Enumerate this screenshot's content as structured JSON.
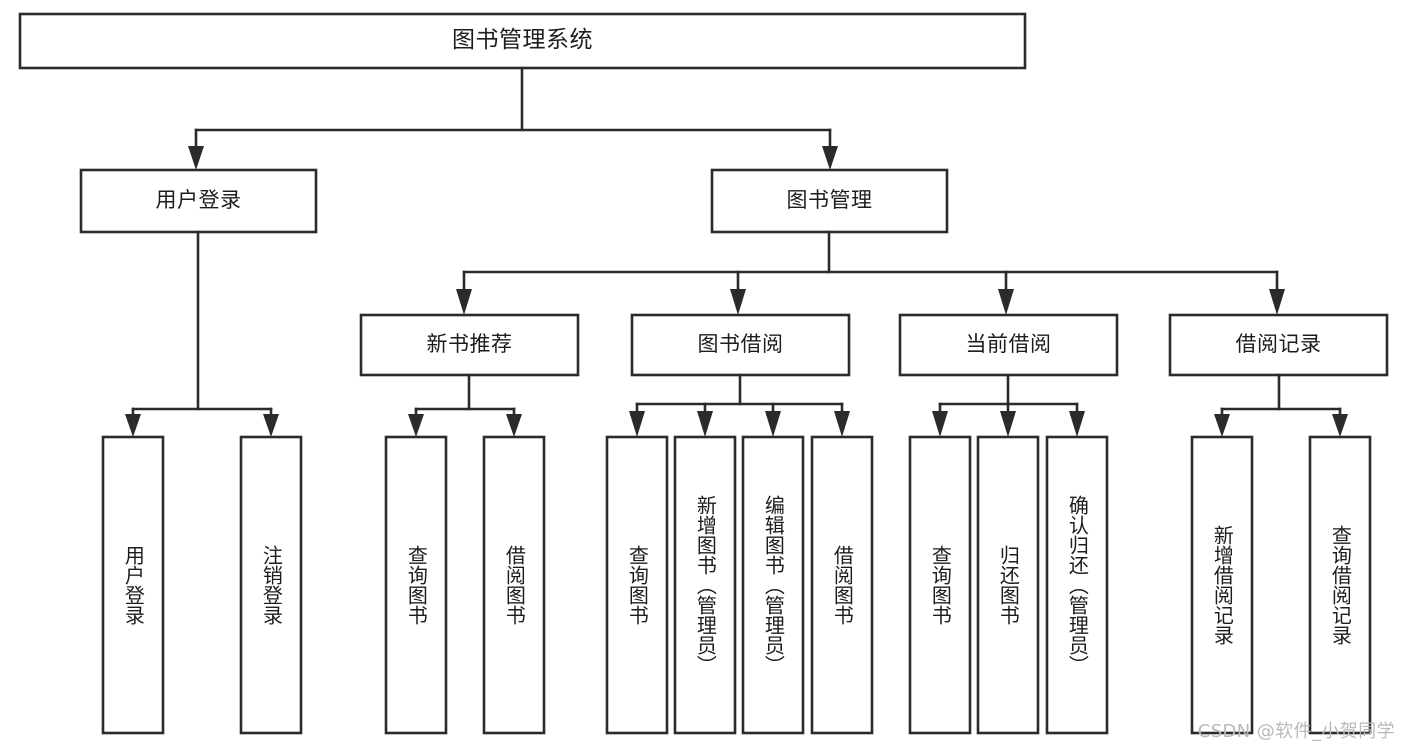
{
  "diagram": {
    "title": "图书管理系统",
    "type": "hierarchy-tree",
    "root": {
      "id": "root",
      "label": "图书管理系统",
      "orientation": "horizontal"
    },
    "level2": [
      {
        "id": "user-login",
        "label": "用户登录",
        "orientation": "horizontal"
      },
      {
        "id": "book-manage",
        "label": "图书管理",
        "orientation": "horizontal"
      }
    ],
    "level3": [
      {
        "id": "new-book-recommend",
        "label": "新书推荐",
        "orientation": "horizontal",
        "parent": "book-manage"
      },
      {
        "id": "book-borrow",
        "label": "图书借阅",
        "orientation": "horizontal",
        "parent": "book-manage"
      },
      {
        "id": "current-borrow",
        "label": "当前借阅",
        "orientation": "horizontal",
        "parent": "book-manage"
      },
      {
        "id": "borrow-record",
        "label": "借阅记录",
        "orientation": "horizontal",
        "parent": "book-manage"
      }
    ],
    "leaves": [
      {
        "id": "leaf-user-login",
        "label": "用户登录",
        "orientation": "vertical",
        "parent": "user-login"
      },
      {
        "id": "leaf-logout-login",
        "label": "注销登录",
        "orientation": "vertical",
        "parent": "user-login"
      },
      {
        "id": "leaf-query-book-1",
        "label": "查询图书",
        "orientation": "vertical",
        "parent": "new-book-recommend"
      },
      {
        "id": "leaf-borrow-book-1",
        "label": "借阅图书",
        "orientation": "vertical",
        "parent": "new-book-recommend"
      },
      {
        "id": "leaf-query-book-2",
        "label": "查询图书",
        "orientation": "vertical",
        "parent": "book-borrow"
      },
      {
        "id": "leaf-add-book",
        "label": "新增图书（管理员）",
        "orientation": "vertical",
        "parent": "book-borrow"
      },
      {
        "id": "leaf-edit-book",
        "label": "编辑图书（管理员）",
        "orientation": "vertical",
        "parent": "book-borrow"
      },
      {
        "id": "leaf-borrow-book-2",
        "label": "借阅图书",
        "orientation": "vertical",
        "parent": "book-borrow"
      },
      {
        "id": "leaf-query-book-3",
        "label": "查询图书",
        "orientation": "vertical",
        "parent": "current-borrow"
      },
      {
        "id": "leaf-return-book",
        "label": "归还图书",
        "orientation": "vertical",
        "parent": "current-borrow"
      },
      {
        "id": "leaf-confirm-return",
        "label": "确认归还（管理员）",
        "orientation": "vertical",
        "parent": "current-borrow"
      },
      {
        "id": "leaf-add-record",
        "label": "新增借阅记录",
        "orientation": "vertical",
        "parent": "borrow-record"
      },
      {
        "id": "leaf-query-record",
        "label": "查询借阅记录",
        "orientation": "vertical",
        "parent": "borrow-record"
      }
    ],
    "colors": {
      "stroke": "#2b2b2b",
      "fill": "#ffffff",
      "text": "#1d1d1d",
      "watermark": "#b9b9b9",
      "background": "#ffffff"
    }
  },
  "watermark": {
    "text": "CSDN @软件_小贺同学"
  }
}
